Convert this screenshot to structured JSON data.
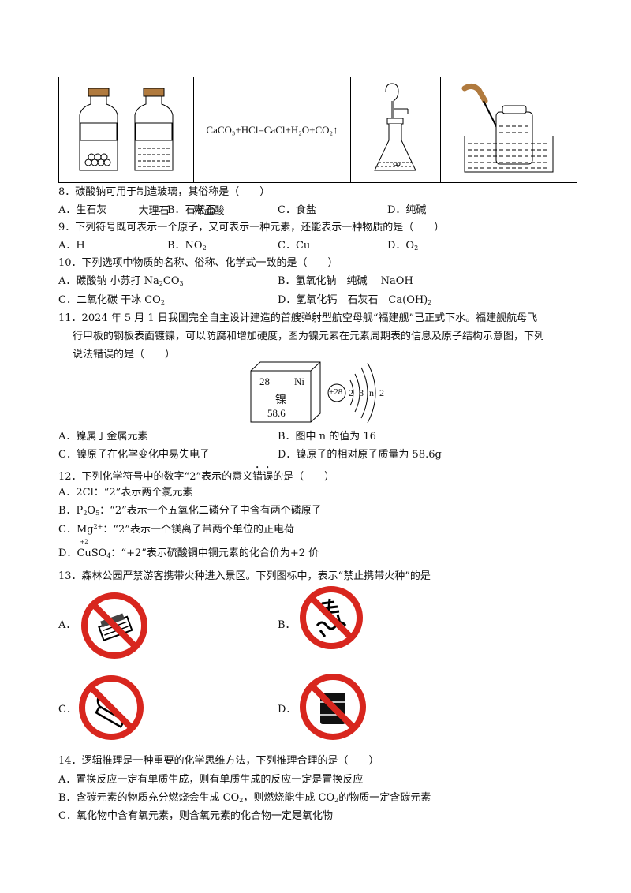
{
  "table": {
    "bottle1_label": "大理石",
    "bottle2_label": "稀盐酸",
    "equation": "CaCO₃+HCl=CaCl+H₂O+CO₂↑"
  },
  "q8": {
    "stem": "8．碳酸钠可用于制造玻璃，其俗称是（　　）",
    "a": "A．生石灰",
    "b": "B．石灰石",
    "c": "C．食盐",
    "d": "D．纯碱"
  },
  "q9": {
    "stem": "9．下列符号既可表示一个原子，又可表示一种元素，还能表示一种物质的是（　　）",
    "a": "A．H",
    "b_pre": "B．NO",
    "b_sub": "2",
    "c": "C．Cu",
    "d_pre": "D．O",
    "d_sub": "2"
  },
  "q10": {
    "stem": "10．下列选项中物质的名称、俗称、化学式一致的是（　　）",
    "a_pre": "A．碳酸钠  小苏打  Na",
    "a_sub1": "2",
    "a_mid": "CO",
    "a_sub2": "3",
    "b": "B．氢氧化钠　纯碱　 NaOH",
    "c_pre": "C．二氧化碳  干冰  CO",
    "c_sub": "2",
    "d_pre": "D．氢氧化钙　石灰石　Ca(OH)",
    "d_sub": "2"
  },
  "q11": {
    "line1": "11．2024 年 5 月 1 日我国完全自主设计建造的首艘弹射型航空母舰“福建舰”已正式下水。福建舰航母飞",
    "line2": "行甲板的钢板表面镀镍，可以防腐和增加硬度，图为镍元素在元素周期表的信息及原子结构示意图，下列",
    "line3": "说法错误的是（　　）",
    "cell_number": "28",
    "cell_symbol": "Ni",
    "cell_name": "镍",
    "cell_mass": "58.6",
    "nucleus": "+28",
    "shells": "2 8 n 2",
    "a": "A．镍属于金属元素",
    "b": "B．图中 n 的值为 16",
    "c": "C．镍原子在化学变化中易失电子",
    "d": "D．镍原子的相对原子质量为 58.6g"
  },
  "q12": {
    "stem_pre": "12．下列化学符号中的数字“2”表示的意义",
    "stem_em": "错误",
    "stem_post": "的是（　　）",
    "a": "A．2Cl：“2”表示两个氯元素",
    "b_pre": "B．P",
    "b_sub1": "2",
    "b_mid": "O",
    "b_sub2": "5",
    "b_post": "：“2”表示一个五氧化二磷分子中含有两个磷原子",
    "c_pre": "C．Mg",
    "c_sup": "2+",
    "c_post": "：“2”表示一个镁离子带两个单位的正电荷",
    "d_pre": "D．",
    "d_val": "+2",
    "d_formula": "CuSO",
    "d_sub": "4",
    "d_post": "：“+2”表示硫酸铜中铜元素的化合价为+2 价"
  },
  "q13": {
    "stem": "13．森林公园严禁游客携带火种进入景区。下列图标中，表示“禁止携带火种”的是",
    "a": "A．",
    "b": "B．",
    "c": "C．",
    "d": "D．"
  },
  "q14": {
    "stem": "14．逻辑推理是一种重要的化学思维方法，下列推理合理的是（　　）",
    "a": "A．置换反应一定有单质生成，则有单质生成的反应一定是置换反应",
    "b_pre": "B．含碳元素的物质充分燃烧会生成 CO",
    "b_sub1": "2",
    "b_mid": "，则燃烧能生成 CO",
    "b_sub2": "2",
    "b_post": "的物质一定含碳元素",
    "c": "C．氧化物中含有氧元素，则含氧元素的化合物一定是氧化物"
  },
  "colors": {
    "sign_red": "#d8261e",
    "ink": "#111111"
  }
}
